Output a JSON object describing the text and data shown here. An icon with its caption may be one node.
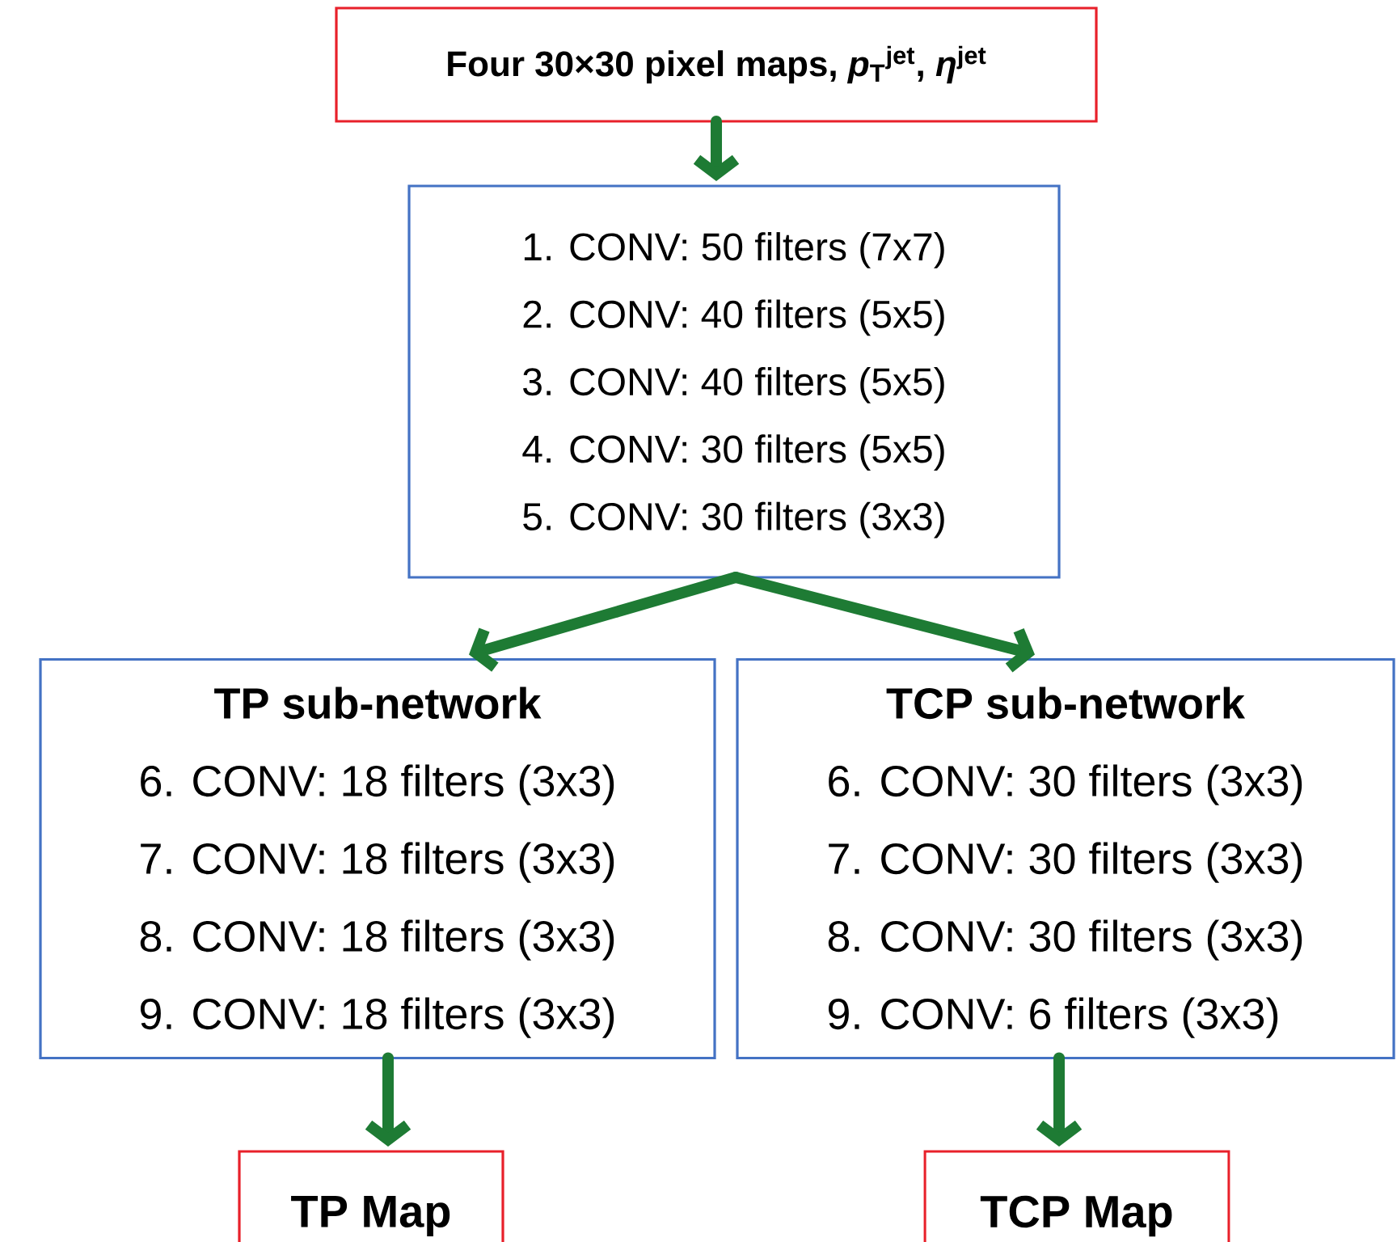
{
  "diagram": {
    "nodes": [
      {
        "text": [
          "Four 30×30 pixel maps, *p*$_{T}$$^{jet}$, *η*$^{jet}$"
        ]
      },
      {
        "text": [
          "1. CONV: 50 filters (7x7)",
          "2. CONV: 40 filters (5x5)",
          "3. CONV: 40 filters (5x5)",
          "4. CONV: 30 filters (5x5)",
          "5. CONV: 30 filters (3x3)"
        ]
      },
      {
        "text": [
          "TP sub-network",
          "6. CONV: 18 filters (3x3)",
          "7. CONV: 18 filters (3x3)",
          "8. CONV: 18 filters (3x3)",
          "9. CONV: 18 filters (3x3)"
        ]
      },
      {
        "text": [
          "TCP sub-network",
          "6. CONV: 30 filters (3x3)",
          "7. CONV: 30 filters (3x3)",
          "8. CONV: 30 filters (3x3)",
          "9. CONV: 6 filters (3x3)"
        ]
      },
      {
        "text": [
          "TP Map"
        ]
      },
      {
        "text": [
          "TCP Map"
        ]
      }
    ],
    "edges": [
      {
        "from": 0,
        "to": 1,
        "arrow": "to"
      },
      {
        "from": 1,
        "to": 2,
        "arrow": "to"
      },
      {
        "from": 1,
        "to": 3,
        "arrow": "to"
      },
      {
        "from": 2,
        "to": 4,
        "arrow": "to"
      },
      {
        "from": 3,
        "to": 5,
        "arrow": "to"
      }
    ]
  }
}
